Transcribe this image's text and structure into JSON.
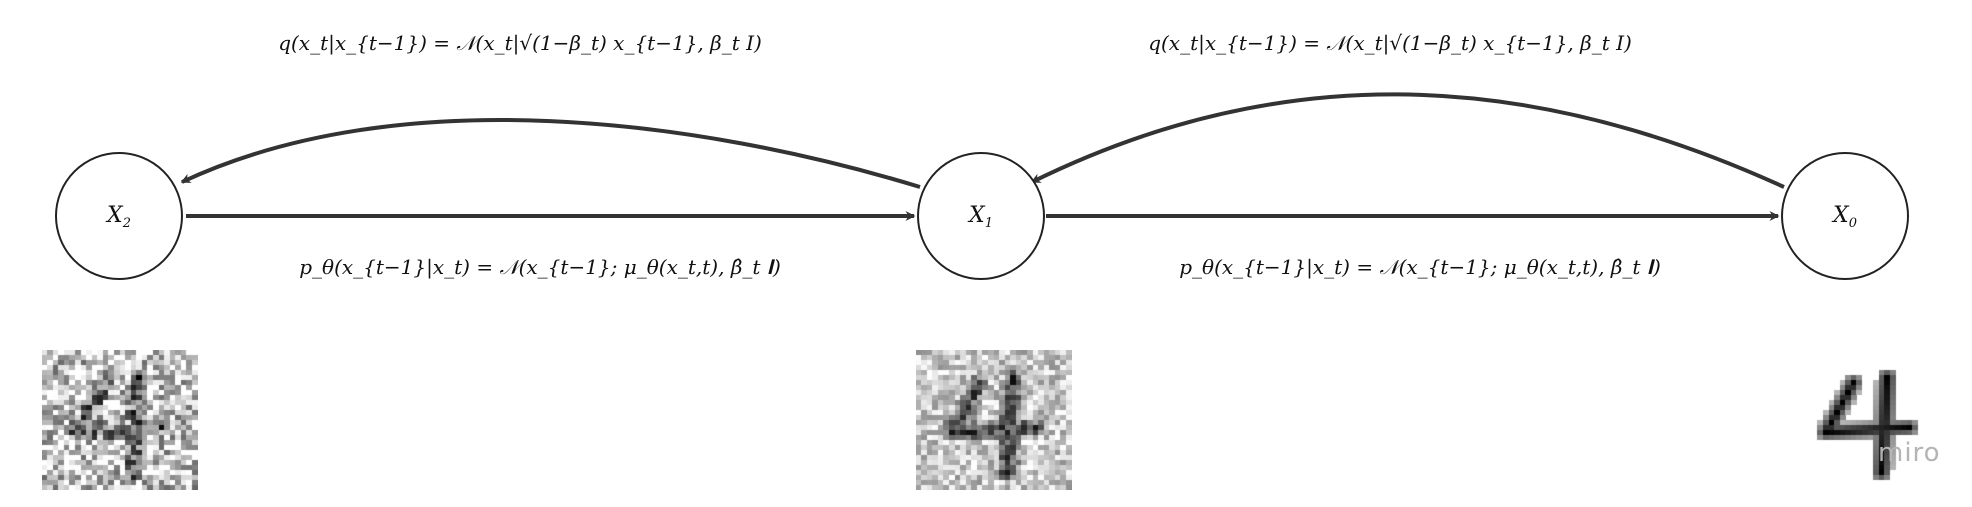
{
  "nodes": [
    {
      "id": "x2",
      "label": "X",
      "sub": "2"
    },
    {
      "id": "x1",
      "label": "X",
      "sub": "1"
    },
    {
      "id": "x0",
      "label": "X",
      "sub": "0"
    }
  ],
  "equations": {
    "forward": "q(x_t|x_{t−1}) = 𝒩(x_t|√(1−β_t) x_{t−1}, β_t I)",
    "reverse": "p_θ(x_{t−1}|x_t) = 𝒩(x_{t−1}; μ_θ(x_t,t), β̂_t 𝐈)"
  },
  "images": [
    {
      "name": "noisy-digit-x2",
      "digit": "4",
      "noise": "high"
    },
    {
      "name": "noisy-digit-x1",
      "digit": "4",
      "noise": "medium"
    },
    {
      "name": "clean-digit-x0",
      "digit": "4",
      "noise": "none"
    }
  ],
  "watermark": "miro",
  "colors": {
    "stroke": "#333333",
    "text": "#111111",
    "watermark": "#b5b5b5"
  }
}
